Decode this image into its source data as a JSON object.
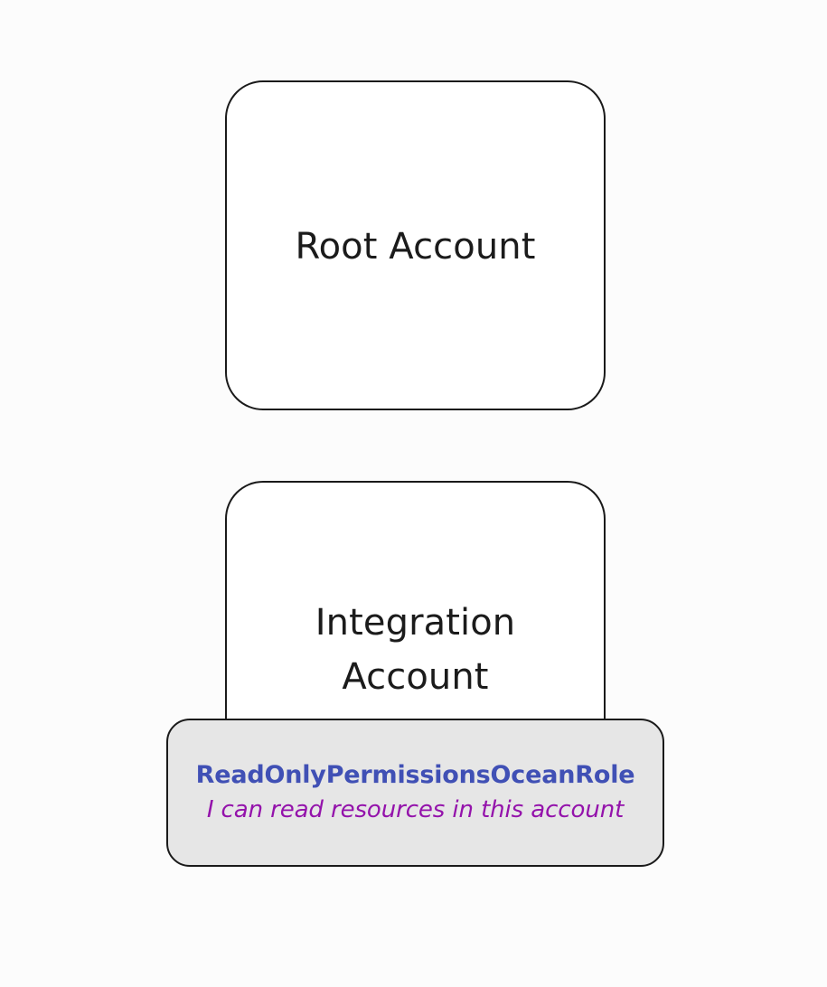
{
  "diagram": {
    "type": "aws-account-role-diagram",
    "background_color": "#fcfcfc",
    "nodes": [
      {
        "id": "root-account",
        "label": "Root Account",
        "shape": "rounded-rectangle",
        "fill": "#ffffff",
        "border_color": "#1a1a1a",
        "text_color": "#1b1b1b"
      },
      {
        "id": "integration-account",
        "label": "Integration\nAccount",
        "shape": "rounded-rectangle",
        "fill": "#ffffff",
        "border_color": "#1a1a1a",
        "text_color": "#1b1b1b"
      }
    ],
    "role_card": {
      "name": "ReadOnlyPermissionsOceanRole",
      "description": "I can read resources in this account",
      "fill": "#e6e6e6",
      "border_color": "#1a1a1a",
      "name_color": "#4050b5",
      "description_color": "#9413ab"
    }
  }
}
